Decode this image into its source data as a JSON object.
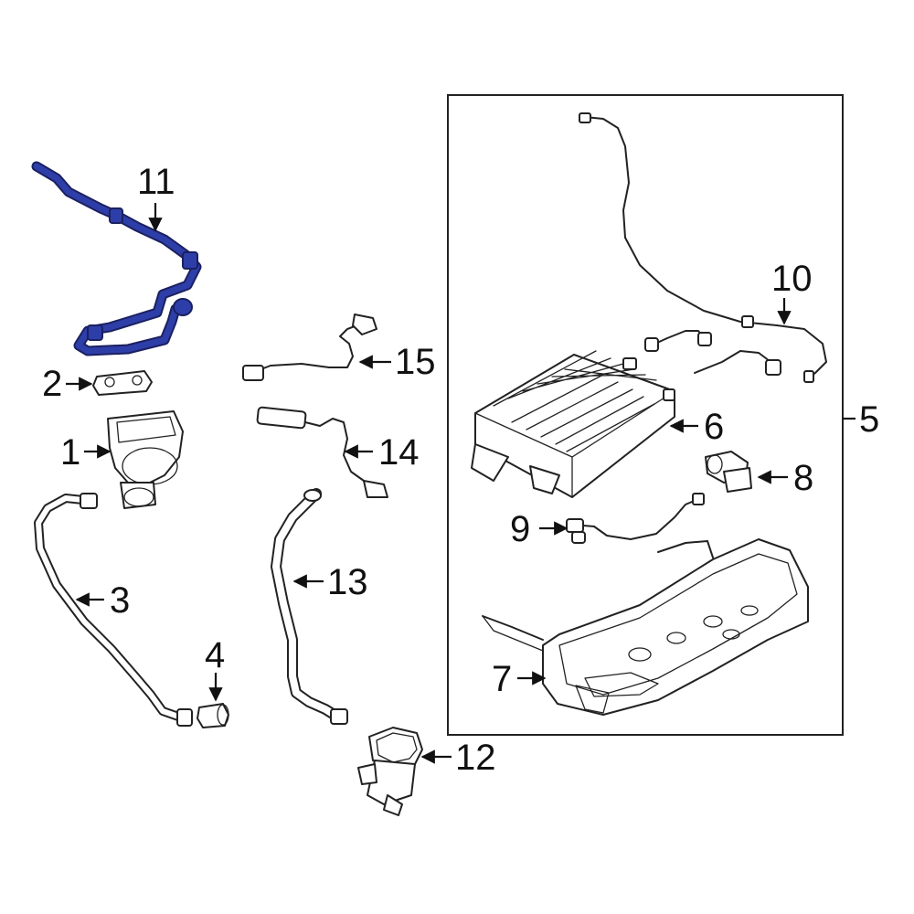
{
  "diagram": {
    "highlight_color": "#2e3ea8",
    "line_color": "#222222",
    "callouts": {
      "c1": "1",
      "c2": "2",
      "c3": "3",
      "c4": "4",
      "c5": "5",
      "c6": "6",
      "c7": "7",
      "c8": "8",
      "c9": "9",
      "c10": "10",
      "c11": "11",
      "c12": "12",
      "c13": "13",
      "c14": "14",
      "c15": "15"
    }
  }
}
